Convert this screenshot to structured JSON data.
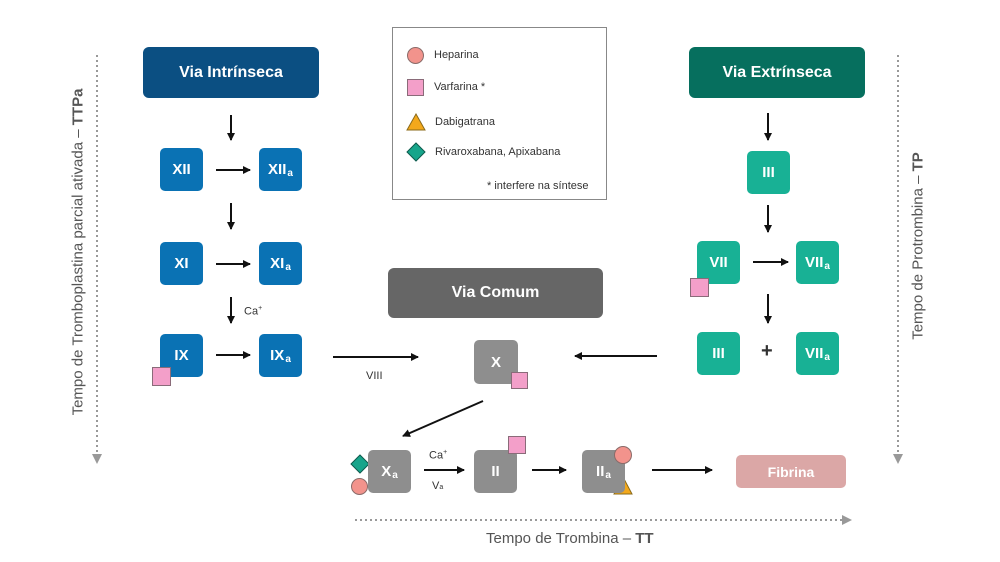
{
  "legend": {
    "items": [
      {
        "label": "Heparina",
        "marker": "circle-icon",
        "color": "#f2938c"
      },
      {
        "label": "Varfarina *",
        "marker": "square-icon",
        "color": "#f39fc9"
      },
      {
        "label": "Dabigatrana",
        "marker": "triangle-icon",
        "color": "#f3a81b"
      },
      {
        "label": "Rivaroxabana, Apixabana",
        "marker": "diamond-icon",
        "color": "#17a58b"
      }
    ],
    "note": "* interfere na síntese"
  },
  "intrinsic": {
    "title": "Via Intrínseca",
    "factors": [
      {
        "base": "XII",
        "active_base": "XII",
        "active_sub": "a"
      },
      {
        "base": "XI",
        "active_base": "XI",
        "active_sub": "a"
      },
      {
        "base": "IX",
        "active_base": "IX",
        "active_sub": "a"
      }
    ],
    "ca_label": "Ca",
    "ca_sup": "+",
    "viii_label": "VIII"
  },
  "extrinsic": {
    "title": "Via Extrínseca",
    "iii": "III",
    "vii": "VII",
    "viia_base": "VII",
    "viia_sub": "a",
    "combo_left": "III",
    "combo_plus": "+",
    "combo_right_base": "VII",
    "combo_right_sub": "a"
  },
  "common": {
    "title": "Via Comum",
    "x": "X",
    "xa_base": "X",
    "xa_sub": "a",
    "ca_label": "Ca",
    "ca_sup": "+",
    "va_base": "V",
    "va_sub": "a",
    "ii": "II",
    "iia_base": "II",
    "iia_sub": "a",
    "fibrina": "Fibrina"
  },
  "axes": {
    "left_text": "Tempo de Tromboplastina parcial ativada – ",
    "left_bold": "TTPa",
    "right_text": "Tempo de Protrombina – ",
    "right_bold": "TP",
    "bottom_text": "Tempo de Trombina – ",
    "bottom_bold": "TT"
  },
  "colors": {
    "intrinsic": "#0a72b4",
    "intrinsic_header": "#0b4f82",
    "extrinsic": "#18b195",
    "extrinsic_header": "#066f5e",
    "common": "#8e8e8e",
    "common_header": "#666666",
    "fibrina": "#dba7a6"
  }
}
